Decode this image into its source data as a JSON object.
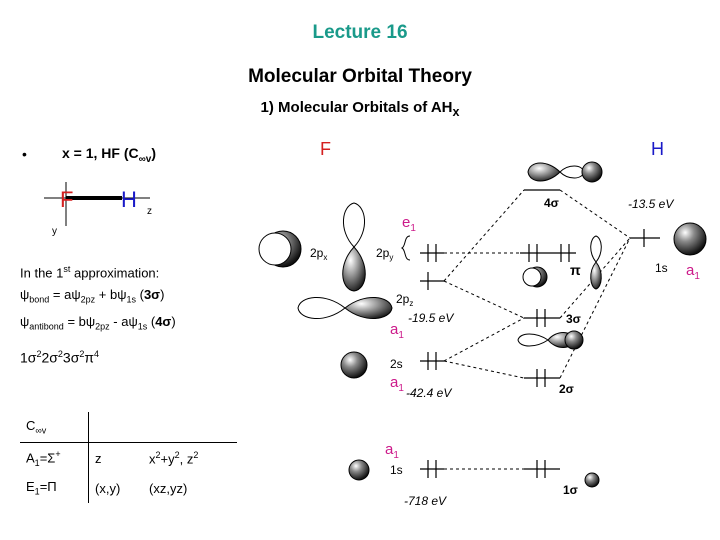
{
  "slide": {
    "title": "Lecture 16",
    "heading": "Molecular Orbital Theory",
    "subheading_prefix": "1) Molecular Orbitals of AH",
    "subheading_sub": "x"
  },
  "left": {
    "bullet": "•",
    "bullet_text": "x = 1, HF (C",
    "bullet_sub": "∞v",
    "bullet_close": ")",
    "axis_f": "F",
    "axis_h": "H",
    "axis_z": "z",
    "axis_y": "y",
    "approx_line": "In the 1",
    "approx_sup": "st",
    "approx_rest": " approximation:",
    "psi_bond_lhs": "ψ",
    "psi_bond_sub": "bond",
    "psi_bond_eq": " = aψ",
    "psi_bond_sub2": "2pz",
    "psi_bond_mid": " + bψ",
    "psi_bond_sub3": "1s",
    "psi_bond_paren_open": " (",
    "psi_bond_label": "3σ",
    "psi_bond_paren_close": ")",
    "psi_anti_lhs": "ψ",
    "psi_anti_sub": "antibond",
    "psi_anti_eq": " = bψ",
    "psi_anti_sub2": "2pz",
    "psi_anti_mid": " - aψ",
    "psi_anti_sub3": "1s",
    "psi_anti_paren_open": " (",
    "psi_anti_label": "4σ",
    "psi_anti_paren_close": ")",
    "config": [
      {
        "base": "1σ",
        "sup": "2"
      },
      {
        "base": "2σ",
        "sup": "2"
      },
      {
        "base": "3σ",
        "sup": "2"
      },
      {
        "base": "π",
        "sup": "4"
      }
    ]
  },
  "table": {
    "header_c": "C",
    "header_sub": "∞v",
    "rows": [
      {
        "c1": "A",
        "c1_sub": "1",
        "c1_rest": "=Σ",
        "c1_sup": "+",
        "c2": "z",
        "c3": "x",
        "c3_sup1": "2",
        "c3_mid": "+y",
        "c3_sup2": "2",
        "c3_tail": ", z",
        "c3_sup3": "2"
      },
      {
        "c1": "E",
        "c1_sub": "1",
        "c1_rest": "=Π",
        "c1_sup": "",
        "c2": "(x,y)",
        "c3": "(xz,yz)"
      }
    ]
  },
  "diagram": {
    "label_f": "F",
    "label_h": "H",
    "color_f": "#d42020",
    "color_h": "#1a1ac8",
    "color_sym": "#cc1a8a",
    "labels": {
      "px": "2p",
      "px_sub": "x",
      "py": "2p",
      "py_sub": "y",
      "pz": "2p",
      "pz_sub": "z",
      "s2": "2s",
      "s1": "1s",
      "h1s": "1s",
      "e1": "e",
      "e1_sub": "1",
      "a1": "a",
      "a1_sub": "1",
      "mo_4s": "4σ",
      "mo_3s": "3σ",
      "mo_2s": "2σ",
      "mo_1s": "1σ",
      "mo_pi": "π",
      "e_h": "-13.5 eV",
      "e_2p": "-19.5 eV",
      "e_2s": "-42.4 eV",
      "e_1s": "-718 eV"
    }
  }
}
